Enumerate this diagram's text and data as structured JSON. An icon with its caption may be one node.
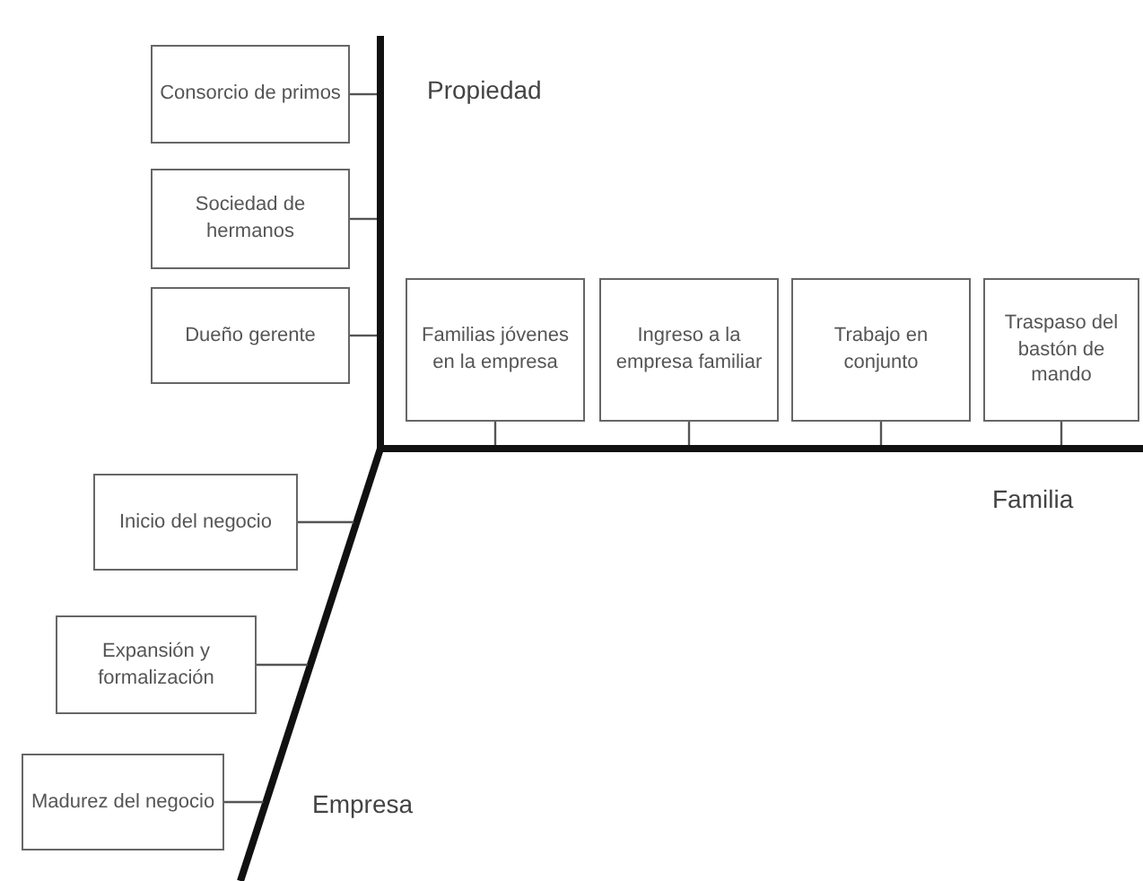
{
  "diagram": {
    "nodes": [
      {
        "text": [
          "Consorcio de primos"
        ]
      },
      {
        "text": [
          "Sociedad de hermanos"
        ]
      },
      {
        "text": [
          "Dueño gerente"
        ]
      },
      {
        "text": [
          "Familias jóvenes en la empresa"
        ]
      },
      {
        "text": [
          "Ingreso a la empresa familiar"
        ]
      },
      {
        "text": [
          "Trabajo en conjunto"
        ]
      },
      {
        "text": [
          "Traspaso del bastón de mando"
        ]
      },
      {
        "text": [
          "Inicio del negocio"
        ]
      },
      {
        "text": [
          "Expansión y formalización"
        ]
      },
      {
        "text": [
          "Madurez del negocio"
        ]
      }
    ],
    "edges": [
      {
        "from": 0,
        "to": null,
        "arrow": "none"
      },
      {
        "from": 1,
        "to": null,
        "arrow": "none"
      },
      {
        "from": 2,
        "to": null,
        "arrow": "none"
      },
      {
        "from": 3,
        "to": null,
        "arrow": "none"
      },
      {
        "from": 4,
        "to": null,
        "arrow": "none"
      },
      {
        "from": 5,
        "to": null,
        "arrow": "none"
      },
      {
        "from": 6,
        "to": null,
        "arrow": "none"
      },
      {
        "from": 7,
        "to": null,
        "arrow": "none"
      },
      {
        "from": 8,
        "to": null,
        "arrow": "none"
      },
      {
        "from": 9,
        "to": null,
        "arrow": "none"
      }
    ],
    "labels": [
      "Propiedad",
      "Familia",
      "Empresa"
    ]
  }
}
